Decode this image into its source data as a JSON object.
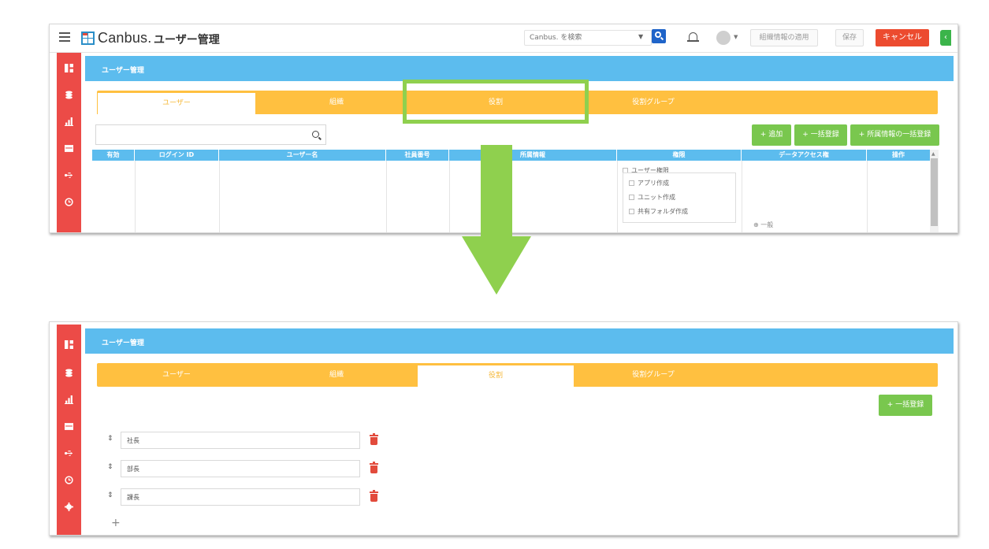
{
  "header": {
    "logo_text": "Canbus.",
    "page_title": "ユーザー管理",
    "search_placeholder": "Canbus. を検索",
    "apply_label": "組織情報の適用",
    "save_label": "保存",
    "cancel_label": "キャンセル"
  },
  "content": {
    "section_title": "ユーザー管理",
    "tabs": [
      {
        "label": "ユーザー"
      },
      {
        "label": "組織"
      },
      {
        "label": "役割"
      },
      {
        "label": "役割グループ"
      }
    ]
  },
  "users_view": {
    "add_label": "+ 追加",
    "bulk_register_label": "+ 一括登録",
    "bulk_affiliation_label": "+ 所属情報の一括登録",
    "columns": [
      "有効",
      "ログイン ID",
      "ユーザー名",
      "社員番号",
      "所属情報",
      "権限",
      "データアクセス権",
      "操作"
    ],
    "permissions": {
      "group": "ユーザー権限",
      "items": [
        "アプリ作成",
        "ユニット作成",
        "共有フォルダ作成"
      ]
    },
    "data_access_value": "一般"
  },
  "roles_view": {
    "bulk_register_label": "+ 一括登録",
    "roles": [
      {
        "name": "社長"
      },
      {
        "name": "部長"
      },
      {
        "name": "課長"
      }
    ],
    "add_symbol": "+"
  },
  "colors": {
    "accent_blue": "#5cbcee",
    "tab_orange": "#ffc040",
    "sidenav_red": "#ec4b47",
    "button_green": "#79c74e",
    "cancel_red": "#ec4b2f",
    "highlight_green": "#8fd04e"
  }
}
